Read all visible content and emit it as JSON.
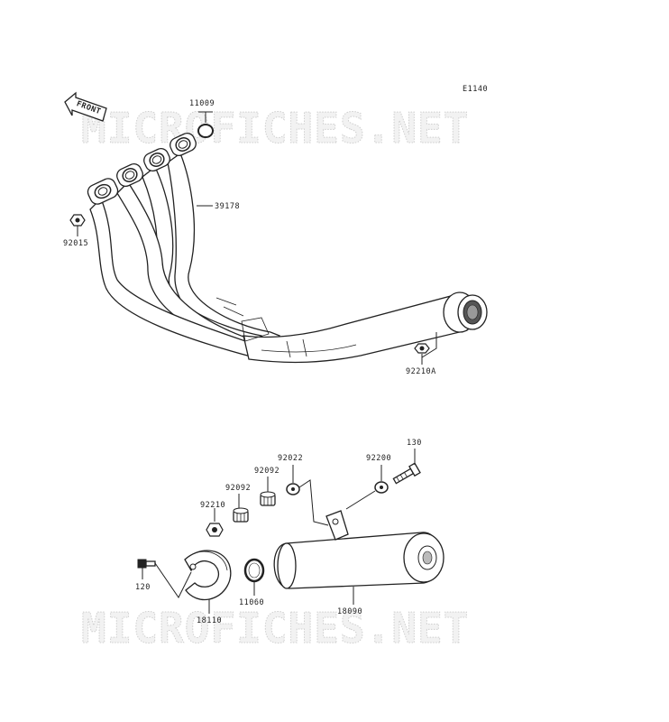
{
  "diagram_code": "E1140",
  "front_label": "FRONT",
  "watermark": "MICROFICHES.NET",
  "parts": {
    "p11009": "11009",
    "p39178": "39178",
    "p92015": "92015",
    "p92210A": "92210A",
    "p130": "130",
    "p92200": "92200",
    "p92022": "92022",
    "p92092a": "92092",
    "p92092b": "92092",
    "p92210": "92210",
    "p120": "120",
    "p18110": "18110",
    "p11060": "11060",
    "p18090": "18090"
  },
  "colors": {
    "line": "#222222",
    "watermark": "#cfcfcf"
  }
}
